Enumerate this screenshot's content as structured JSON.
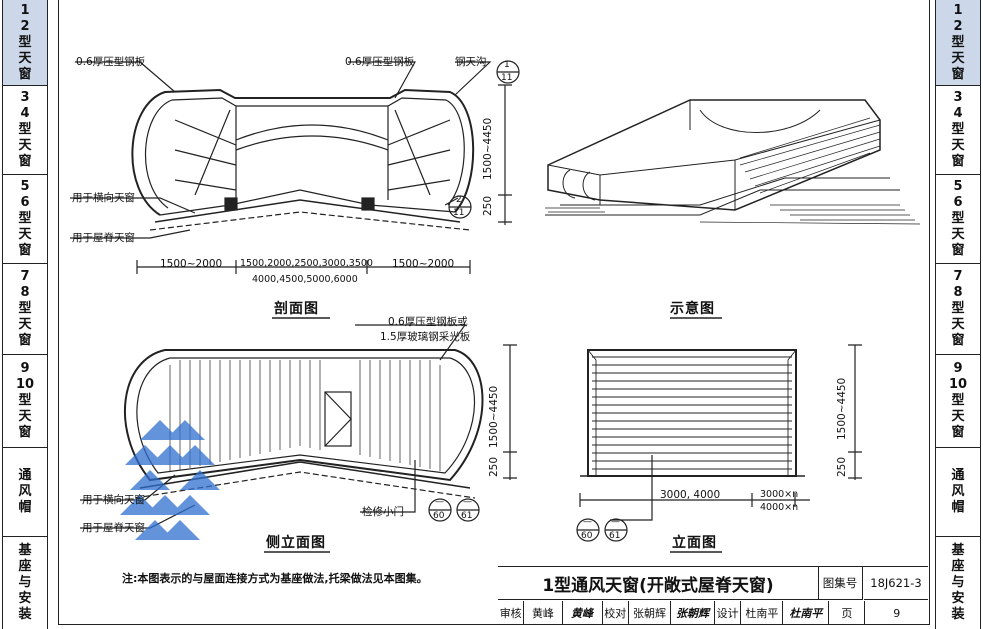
{
  "left_tabs": [
    {
      "label": "1\n2\n型\n天\n窗",
      "active": true
    },
    {
      "label": "3\n4\n型\n天\n窗",
      "active": false
    },
    {
      "label": "5\n6\n型\n天\n窗",
      "active": false
    },
    {
      "label": "7\n8\n型\n天\n窗",
      "active": false
    },
    {
      "label": "9\n10\n型\n天\n窗",
      "active": false
    },
    {
      "label": "通\n风\n帽",
      "active": false
    },
    {
      "label": "基\n座\n与\n安\n装",
      "active": false
    }
  ],
  "right_tabs": [
    {
      "label": "1\n2\n型\n天\n窗",
      "active": true
    },
    {
      "label": "3\n4\n型\n天\n窗",
      "active": false
    },
    {
      "label": "5\n6\n型\n天\n窗",
      "active": false
    },
    {
      "label": "7\n8\n型\n天\n窗",
      "active": false
    },
    {
      "label": "9\n10\n型\n天\n窗",
      "active": false
    },
    {
      "label": "通\n风\n帽",
      "active": false
    },
    {
      "label": "基\n座\n与\n安\n装",
      "active": false
    }
  ],
  "section": {
    "title": "剖面图",
    "label_steel_left": "0.6厚压型钢板",
    "label_steel_right": "0.6厚压型钢板",
    "label_gutter": "钢天沟",
    "label_transverse": "用于横向天窗",
    "label_ridge": "用于屋脊天窗",
    "dim_height": "1500~4450",
    "dim_base": "250",
    "dim_left": "1500~2000",
    "dim_mid_1": "1500,2000,2500,3000,3500",
    "dim_mid_2": "4000,4500,5000,6000",
    "dim_right": "1500~2000",
    "ref_1_top": "1",
    "ref_1_bottom": "11",
    "ref_2_top": "2",
    "ref_2_bottom": "11"
  },
  "schematic": {
    "title": "示意图"
  },
  "side": {
    "title": "侧立面图",
    "label_cover_1": "0.6厚压型钢板或",
    "label_cover_2": "1.5厚玻璃钢采光板",
    "label_transverse": "用于横向天窗",
    "label_ridge": "用于屋脊天窗",
    "label_hatch": "检修小门",
    "dim_height": "1500~4450",
    "dim_base": "250",
    "ref_a_top": "—",
    "ref_a_bottom": "60",
    "ref_b_top": "—",
    "ref_b_bottom": "61"
  },
  "elevation": {
    "title": "立面图",
    "dim_height": "1500~4450",
    "dim_base": "250",
    "dim_width": "3000, 4000",
    "dim_unit_1": "3000×n",
    "dim_unit_2": "4000×n",
    "ref_a_top": "—",
    "ref_a_bottom": "60",
    "ref_b_top": "—",
    "ref_b_bottom": "61"
  },
  "note": "注:本图表示的与屋面连接方式为基座做法,托梁做法见本图集。",
  "title_block": {
    "title": "1型通风天窗(开敞式屋脊天窗)",
    "atlas_label": "图集号",
    "atlas_no": "18J621-3",
    "review_label": "审核",
    "reviewer": "黄峰",
    "reviewer_sig": "黄峰",
    "check_label": "校对",
    "checker": "张朝辉",
    "checker_sig": "张朝辉",
    "design_label": "设计",
    "designer": "杜南平",
    "designer_sig": "杜南平",
    "page_label": "页",
    "page_no": "9"
  },
  "colors": {
    "line": "#222222",
    "active_tab": "#ccd8ea",
    "watermark": "#2f6fd0"
  }
}
